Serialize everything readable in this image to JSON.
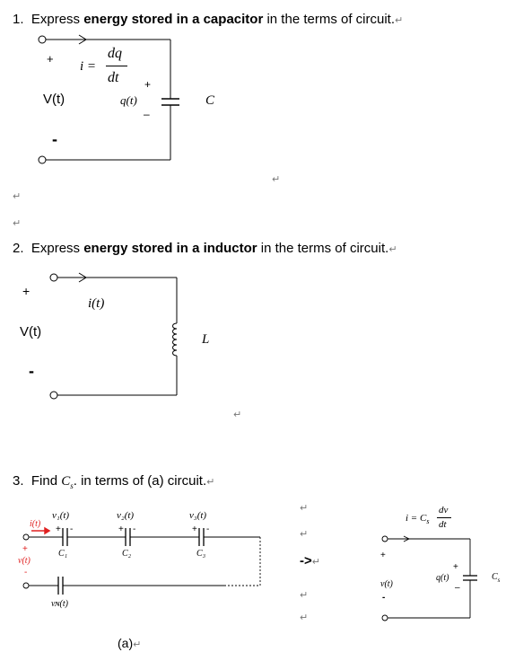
{
  "q1": {
    "number": "1.",
    "prefix": "Express ",
    "bold": "energy stored in a capacitor",
    "suffix": " in the terms of circuit.",
    "plus_left": "+",
    "minus_left": "-",
    "i_eq": "i =",
    "dq": "dq",
    "dt": "dt",
    "plus_cap": "+",
    "minus_cap": "–",
    "vt": "V(t)",
    "qt": "q(t)",
    "c": "C"
  },
  "q2": {
    "number": "2.",
    "prefix": "Express ",
    "bold": "energy stored in a inductor",
    "suffix": " in the terms of circuit.",
    "plus_left": "+",
    "minus_left": "-",
    "vt": "V(t)",
    "it": "i(t)",
    "l": "L"
  },
  "q3": {
    "number": "3.",
    "prefix": "Find ",
    "cs": "C",
    "cs_sub": "s",
    "suffix": ". in terms of (a) circuit.",
    "v1": "v₁(t)",
    "v2": "v₂(t)",
    "v3": "v₃(t)",
    "c1": "C₁",
    "c2": "C₂",
    "c3": "C₃",
    "it": "i(t)",
    "vt": "v(t)",
    "vn": "vɴ(t)",
    "plus": "+",
    "minus": "-",
    "arrow": "->",
    "caption": "(a)",
    "right_i_eq": "i = C",
    "right_s": "s",
    "right_dv": "dv",
    "right_dt": "dt",
    "right_plus": "+",
    "right_minus": "-",
    "right_vt": "v(t)",
    "right_qt": "q(t)",
    "right_cap_plus": "+",
    "right_cap_minus": "–",
    "right_cs": "C",
    "right_cs_sub": "s"
  },
  "return_mark": "↵"
}
